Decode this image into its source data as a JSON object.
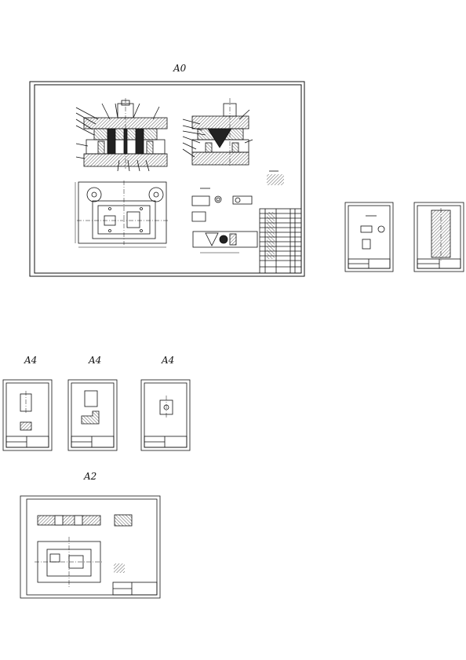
{
  "sheets": {
    "a0_label": "A0",
    "a4_labels": [
      "A4",
      "A4",
      "A4"
    ],
    "a2_label": "A2"
  },
  "colors": {
    "line": "#111111",
    "hatch": "#333333",
    "paper": "#ffffff"
  }
}
